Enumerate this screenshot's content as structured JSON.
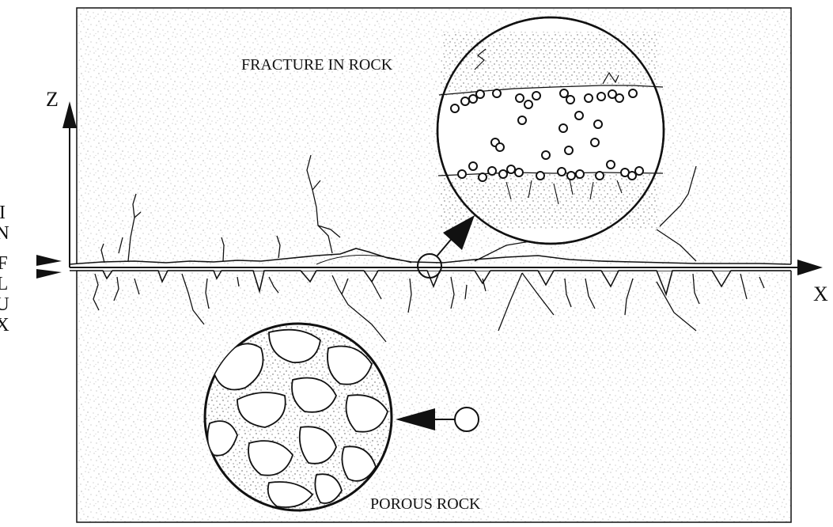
{
  "labels": {
    "fracture": "FRACTURE IN ROCK",
    "porous": "POROUS ROCK",
    "z_axis": "Z",
    "x_axis": "X",
    "in": "IN",
    "flux": "FLUX"
  },
  "colors": {
    "background": "#ffffff",
    "ink": "#111111",
    "stipple": "#8a8a8a"
  }
}
